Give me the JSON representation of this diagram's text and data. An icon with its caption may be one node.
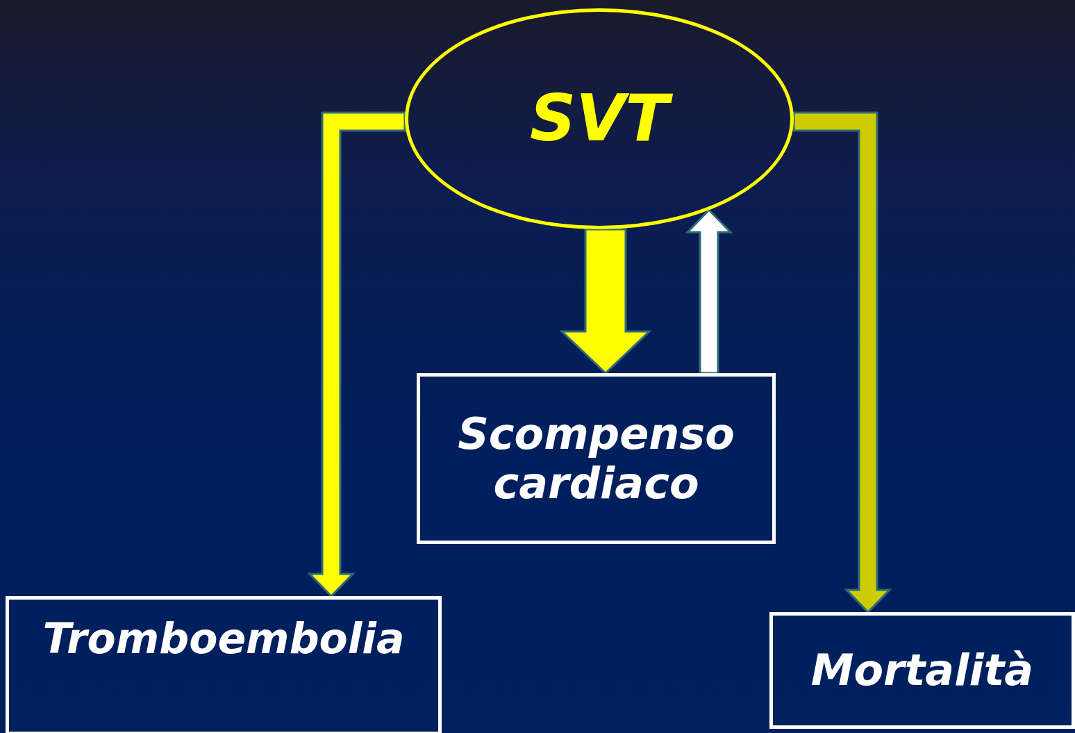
{
  "diagram": {
    "nodes": [
      {
        "text": [
          "SVT"
        ]
      },
      {
        "text": [
          "Scompenso cardiaco"
        ]
      },
      {
        "text": [
          "Tromboembolia"
        ]
      },
      {
        "text": [
          "Mortalità"
        ]
      }
    ],
    "edges": [
      {
        "from": 0,
        "to": 2,
        "arrow": "to"
      },
      {
        "from": 0,
        "to": 1,
        "arrow": "to",
        "style": "thick"
      },
      {
        "from": 1,
        "to": 0,
        "arrow": "to",
        "color": "#ffffff"
      },
      {
        "from": 0,
        "to": 3,
        "arrow": "to",
        "color": "#cccc00"
      }
    ]
  }
}
